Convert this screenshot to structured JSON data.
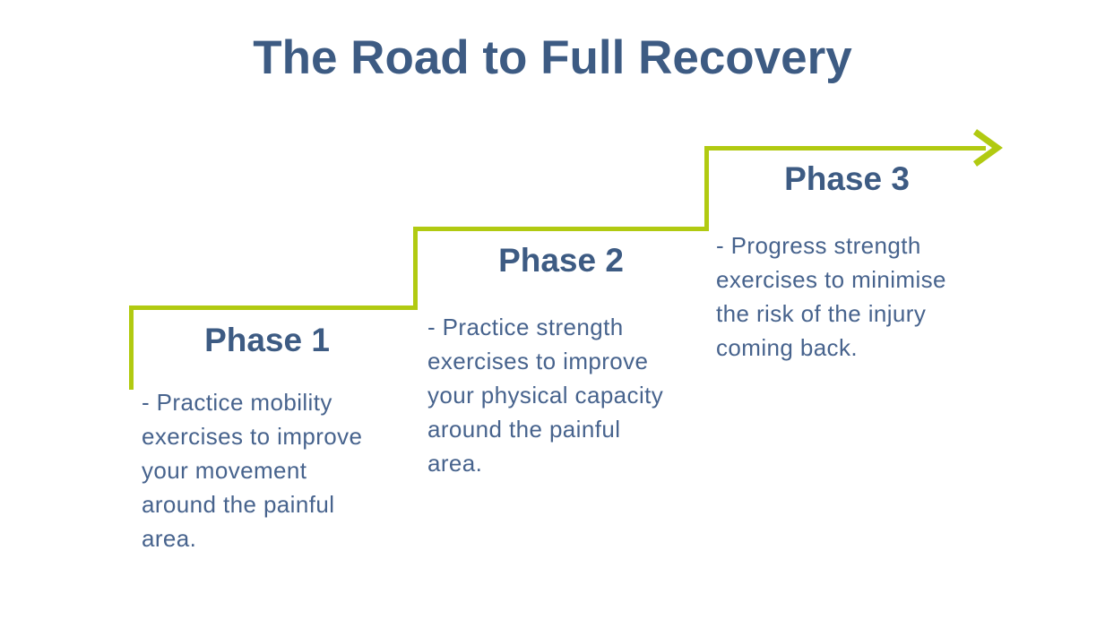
{
  "title": "The Road to Full Recovery",
  "colors": {
    "background": "#ffffff",
    "navy": "#3d5b83",
    "body_text": "#47638d",
    "accent_green": "#b1ca11"
  },
  "icons": {
    "arrow": "arrow-right"
  },
  "phases": [
    {
      "label": "Phase 1",
      "description": "- Practice mobility exercises to improve your movement around the painful area.",
      "description_lines": [
        "- Practice mobility",
        "exercises to improve",
        "your movement",
        "around the painful",
        "area."
      ]
    },
    {
      "label": "Phase 2",
      "description": "- Practice strength exercises to improve your physical capacity around the painful area.",
      "description_lines": [
        "- Practice strength",
        "exercises to improve",
        "your physical capacity",
        "around the painful",
        "area."
      ]
    },
    {
      "label": "Phase 3",
      "description": "- Progress strength exercises to minimise the risk of the injury coming back.",
      "description_lines": [
        "- Progress strength",
        "exercises to minimise",
        "the risk of the injury",
        "coming back."
      ]
    }
  ]
}
